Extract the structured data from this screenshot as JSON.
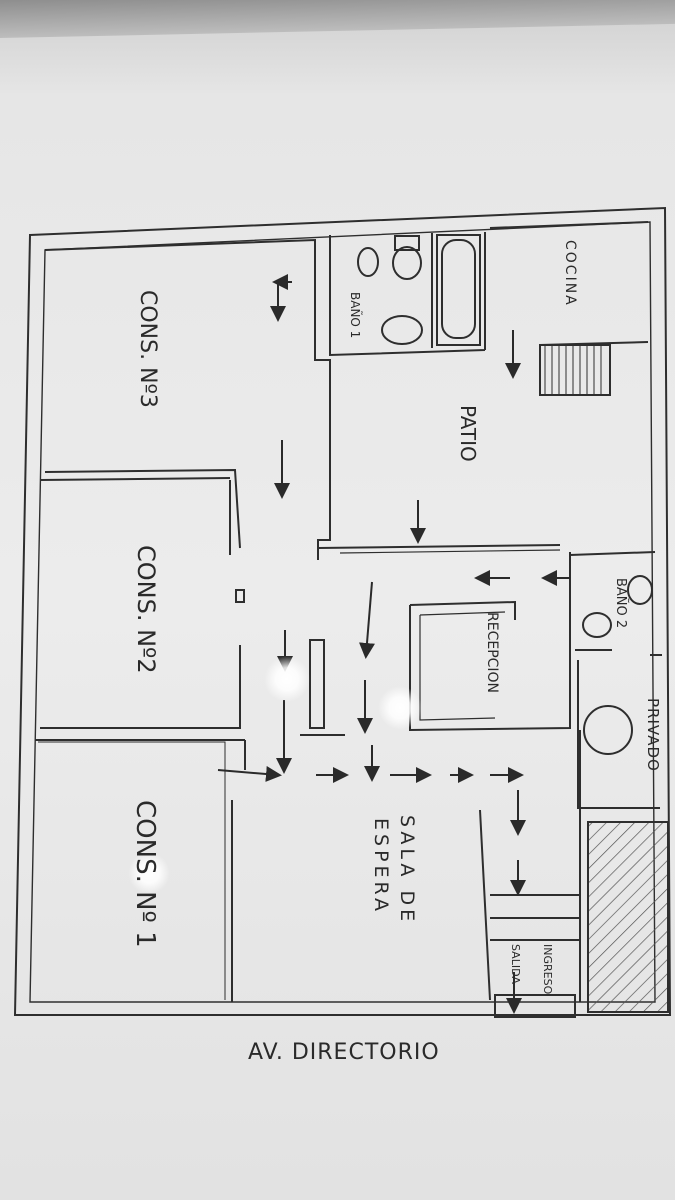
{
  "plan": {
    "rooms": {
      "cons3": "CONS. Nº3",
      "cons2": "CONS. Nº2",
      "cons1": "CONS. Nº 1",
      "patio": "PATIO",
      "cocina": "COCINA",
      "bano1": "BAÑO 1",
      "bano2": "BAÑO 2",
      "recepcion": "RECEPCION",
      "privado": "PRIVADO",
      "sala_line1": "SALA DE",
      "sala_line2": "ESPERA",
      "ingreso": "INGRESO",
      "salida": "SALIDA"
    },
    "street": "AV. DIRECTORIO"
  }
}
